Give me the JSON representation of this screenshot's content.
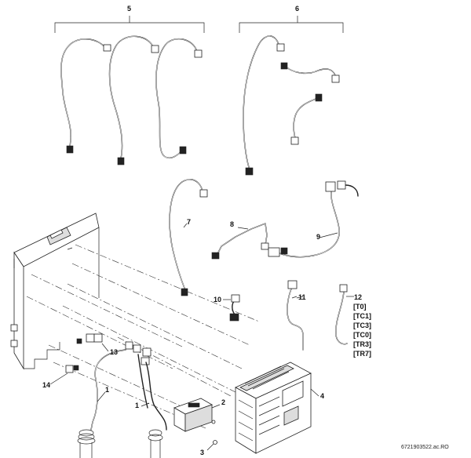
{
  "callouts": {
    "c1a": "1",
    "c1b": "1",
    "c2": "2",
    "c3": "3",
    "c4": "4",
    "c5": "5",
    "c6": "6",
    "c7": "7",
    "c8": "8",
    "c9": "9",
    "c10": "10",
    "c11": "11",
    "c12": "12",
    "c13": "13",
    "c14": "14"
  },
  "sensor_labels": [
    "[T0]",
    "[TC1]",
    "[TC3]",
    "[TC0]",
    "[TR3]",
    "[TR7]"
  ],
  "drawing_reference": "6721903522.ac.RO"
}
